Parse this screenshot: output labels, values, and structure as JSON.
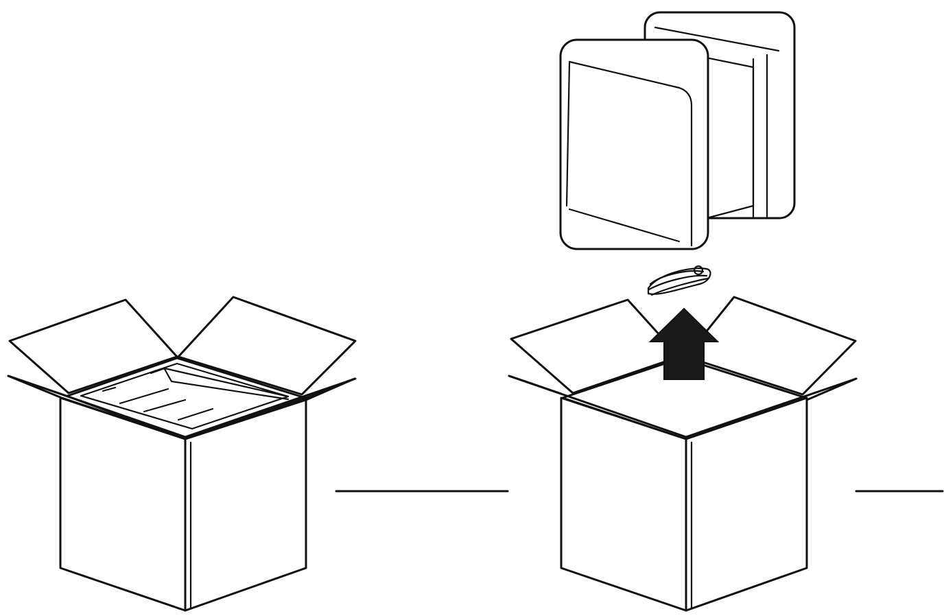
{
  "diagram": {
    "steps": [
      {
        "id": "step-1",
        "content": "closed-box-with-foam-packaging"
      },
      {
        "id": "step-2",
        "content": "open-box-with-foam-and-cable-lifted-out"
      }
    ],
    "connectors": 2,
    "colors": {
      "ink": "#111111",
      "paper": "#ffffff",
      "arrow": "#1a1a1a"
    },
    "icons": [
      "up-arrow-icon",
      "cable-coil-icon"
    ]
  }
}
